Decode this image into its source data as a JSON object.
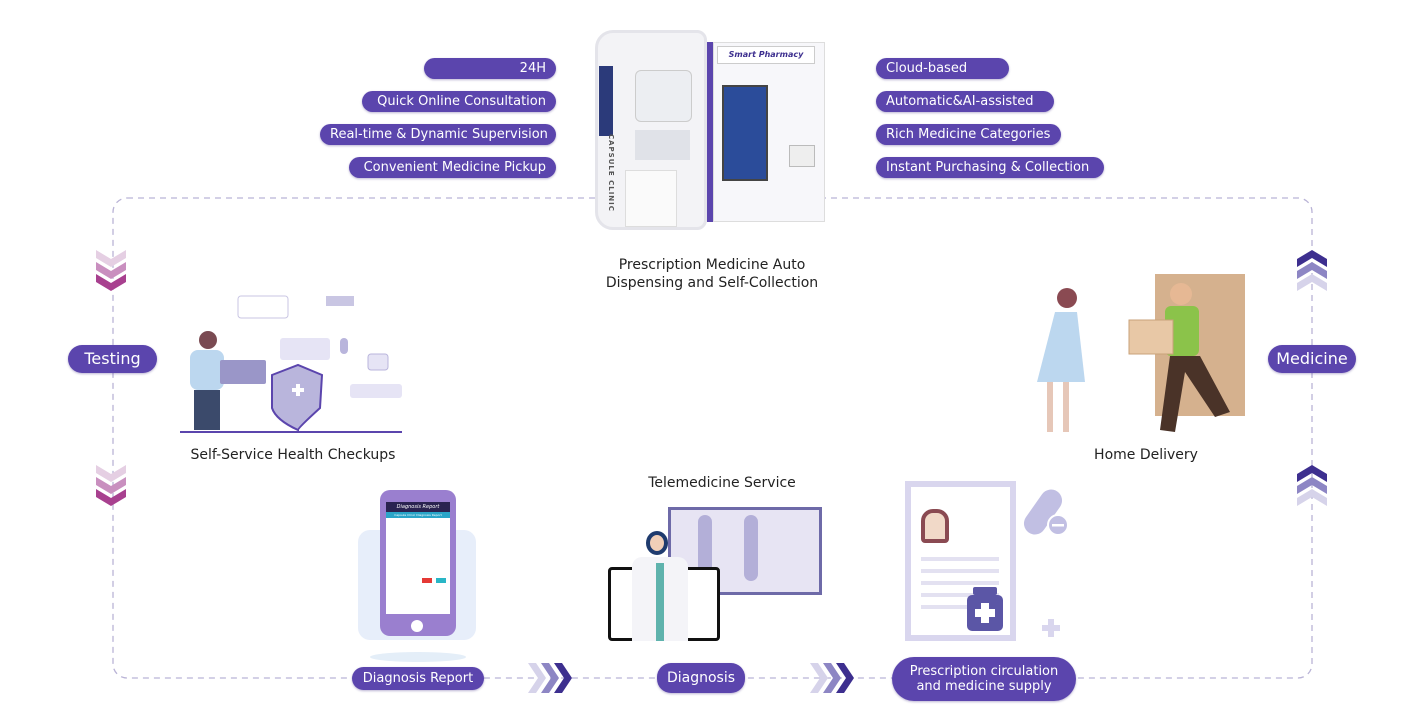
{
  "colors": {
    "accent": "#5b45ad",
    "dashed_line": "#b9b3d6",
    "chevron_down": "#a8408f",
    "chevron_up": "#3d2f8f"
  },
  "center": {
    "kiosk_sign": "Smart Pharmacy",
    "kiosk_brand": "CAPSULE CLINIC",
    "caption_line1": "Prescription Medicine Auto",
    "caption_line2": "Dispensing  and Self-Collection"
  },
  "left_features": [
    "24H",
    "Quick Online Consultation",
    "Real-time & Dynamic Supervision",
    "Convenient Medicine Pickup"
  ],
  "right_features": [
    "Cloud-based",
    "Automatic&AI-assisted",
    "Rich Medicine Categories",
    "Instant Purchasing & Collection"
  ],
  "side_labels": {
    "left": "Testing",
    "right": "Medicine"
  },
  "captions": {
    "health_checkups": "Self-Service Health Checkups",
    "home_delivery": "Home Delivery",
    "telemedicine": "Telemedicine Service"
  },
  "phone_screen": {
    "title": "Diagnosis Report",
    "subtitle": "Capsule Clinic Diagnosis Report"
  },
  "bottom_steps": [
    "Diagnosis Report",
    "Diagnosis",
    "Prescription circulation and medicine supply"
  ],
  "bottom_step3_lines": [
    "Prescription circulation",
    "and medicine supply"
  ],
  "icons": [
    "chevron-down-icon",
    "chevron-up-icon",
    "chevron-right-icon",
    "shield-plus-icon",
    "pill-icon",
    "medicine-bottle-icon"
  ]
}
